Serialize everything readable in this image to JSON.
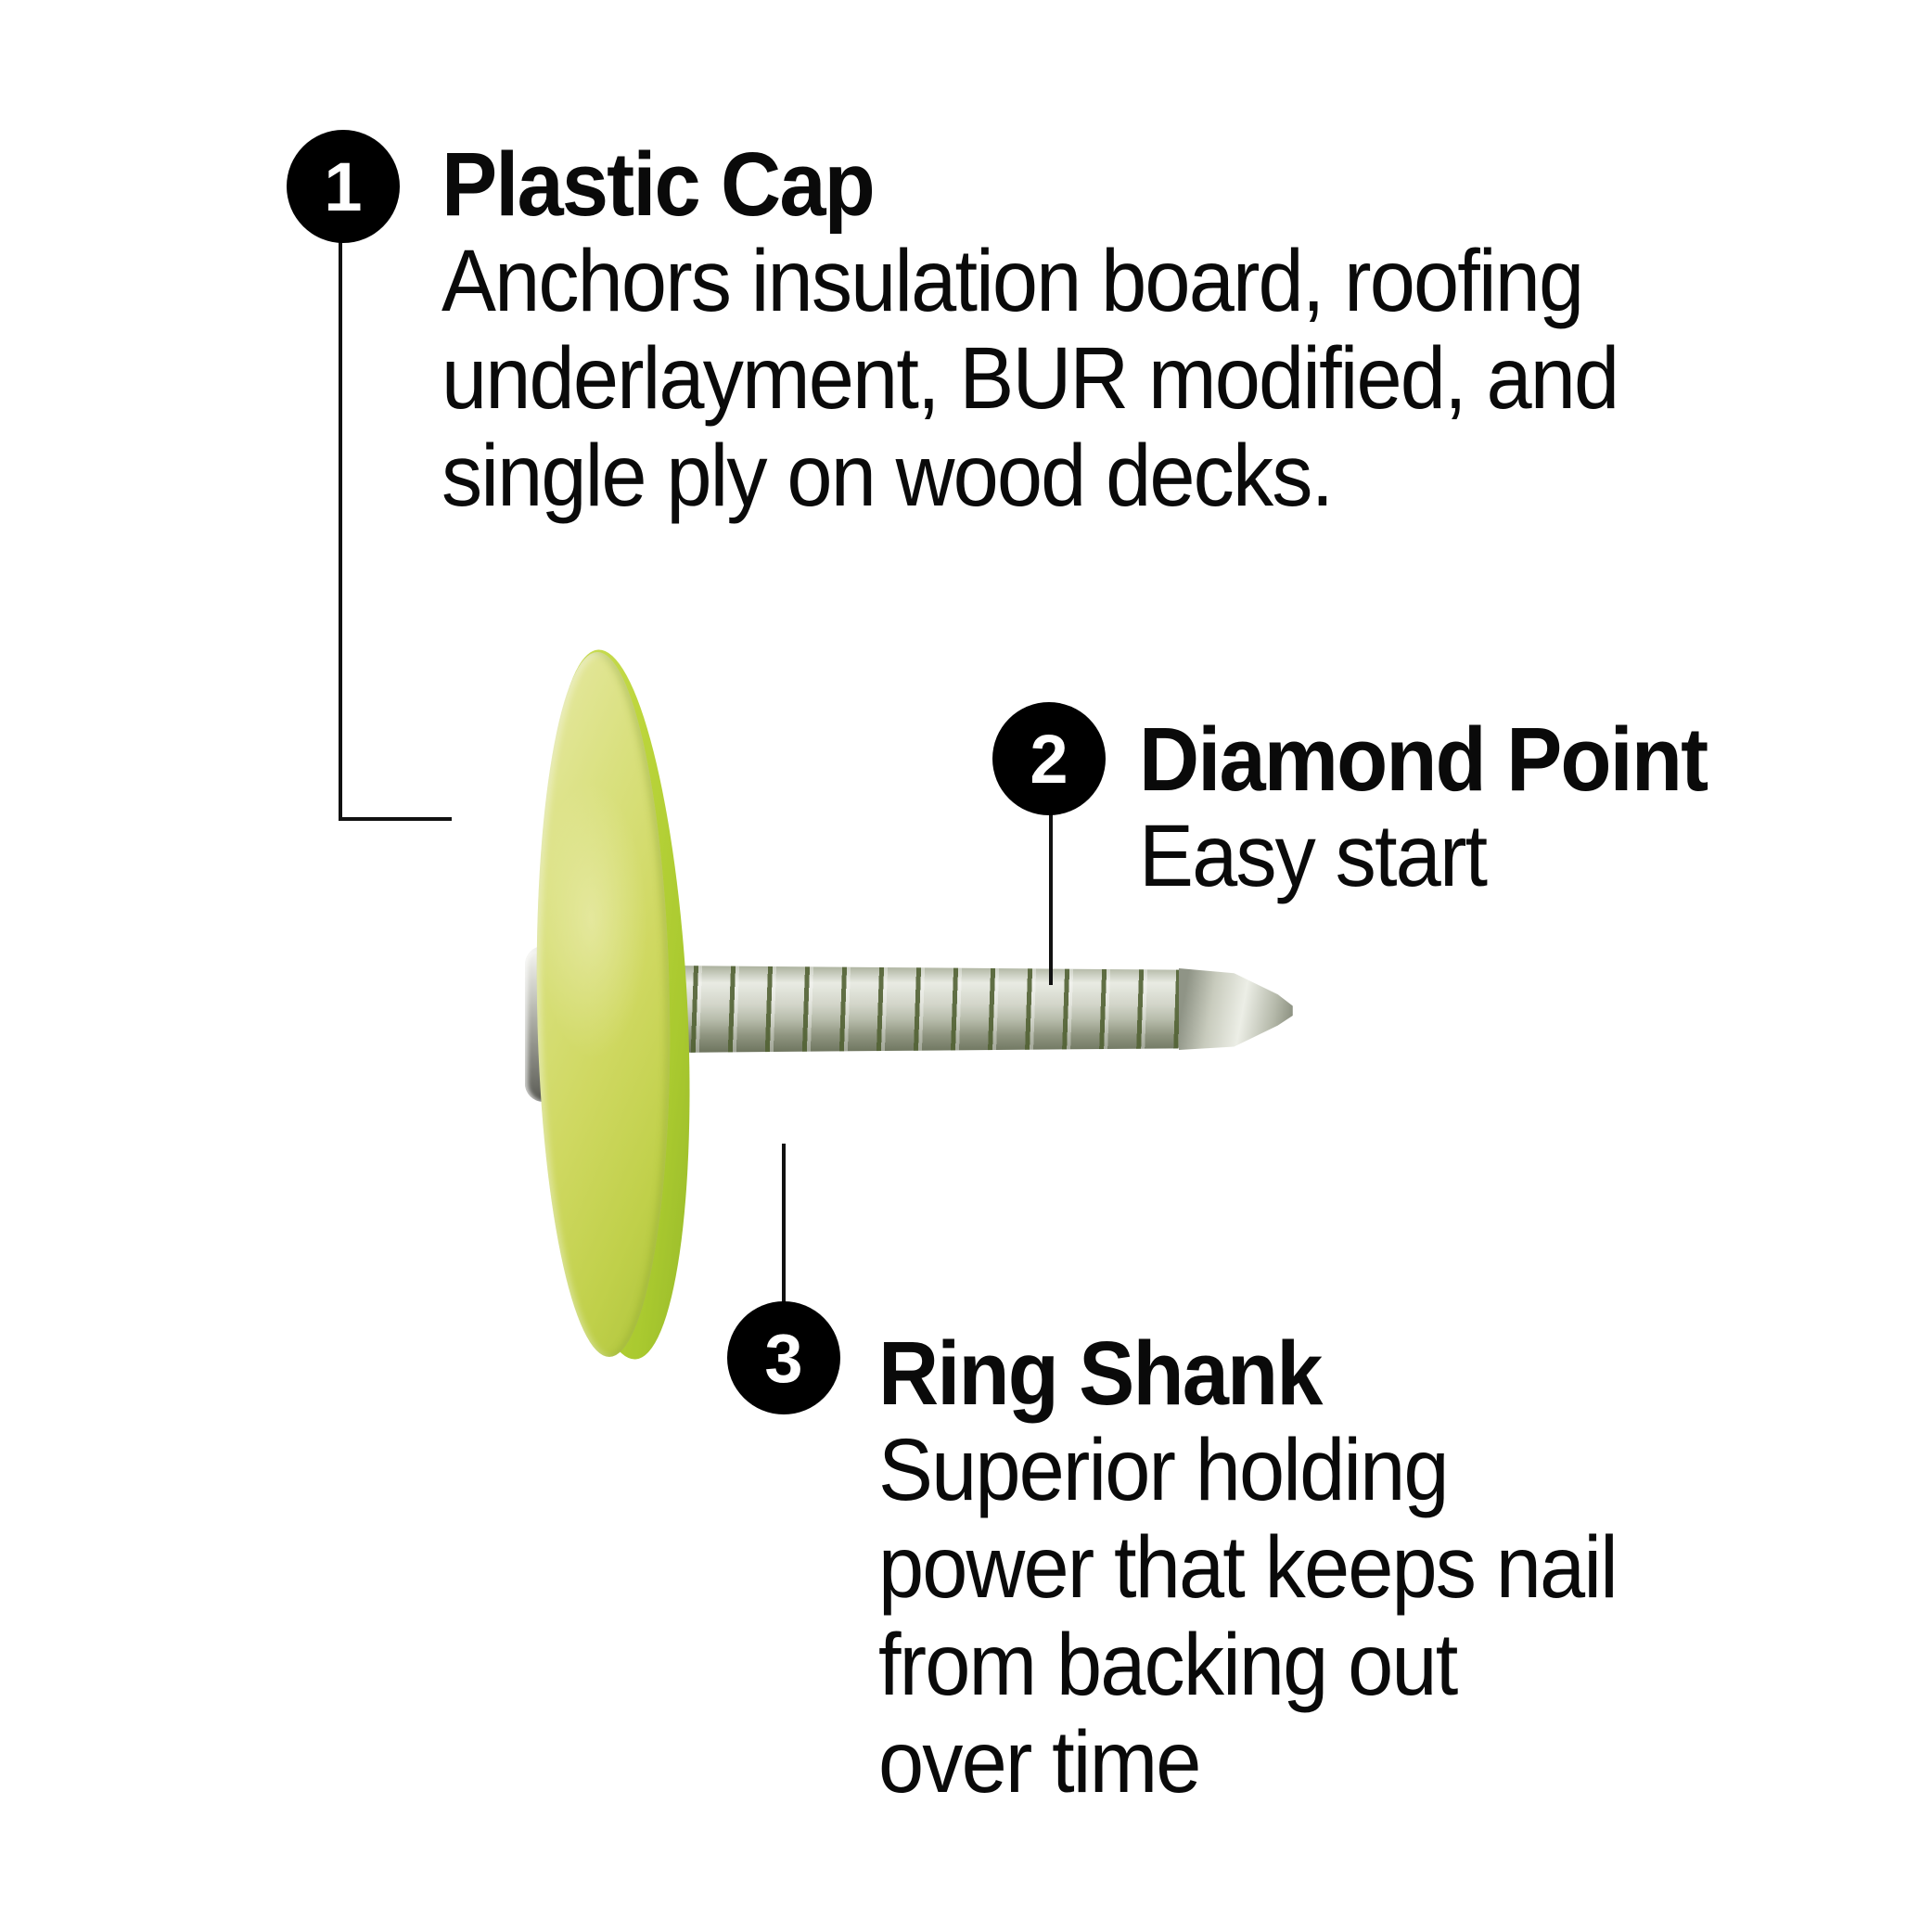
{
  "page": {
    "background": "#ffffff",
    "description": "Plastic cap roofing nail feature diagram"
  },
  "colors": {
    "text": "#0a0a0a",
    "badge_background": "#000000",
    "badge_number": "#ffffff",
    "leader_line": "#111111",
    "cap_face_green": "#d3d95e",
    "cap_rim_green": "#b5cf3a",
    "metal_silver": "#cbcdc2",
    "ring_olive": "#5c6b3d"
  },
  "callouts": [
    {
      "number": "1",
      "title": "Plastic Cap",
      "lines": [
        "Anchors insulation board, roofing",
        "underlayment, BUR modified, and",
        "single ply on wood decks."
      ]
    },
    {
      "number": "2",
      "title": "Diamond Point",
      "lines": [
        "Easy start"
      ]
    },
    {
      "number": "3",
      "title": "Ring Shank",
      "lines": [
        "Superior holding",
        "power that keeps nail",
        "from backing out",
        "over time"
      ]
    }
  ]
}
